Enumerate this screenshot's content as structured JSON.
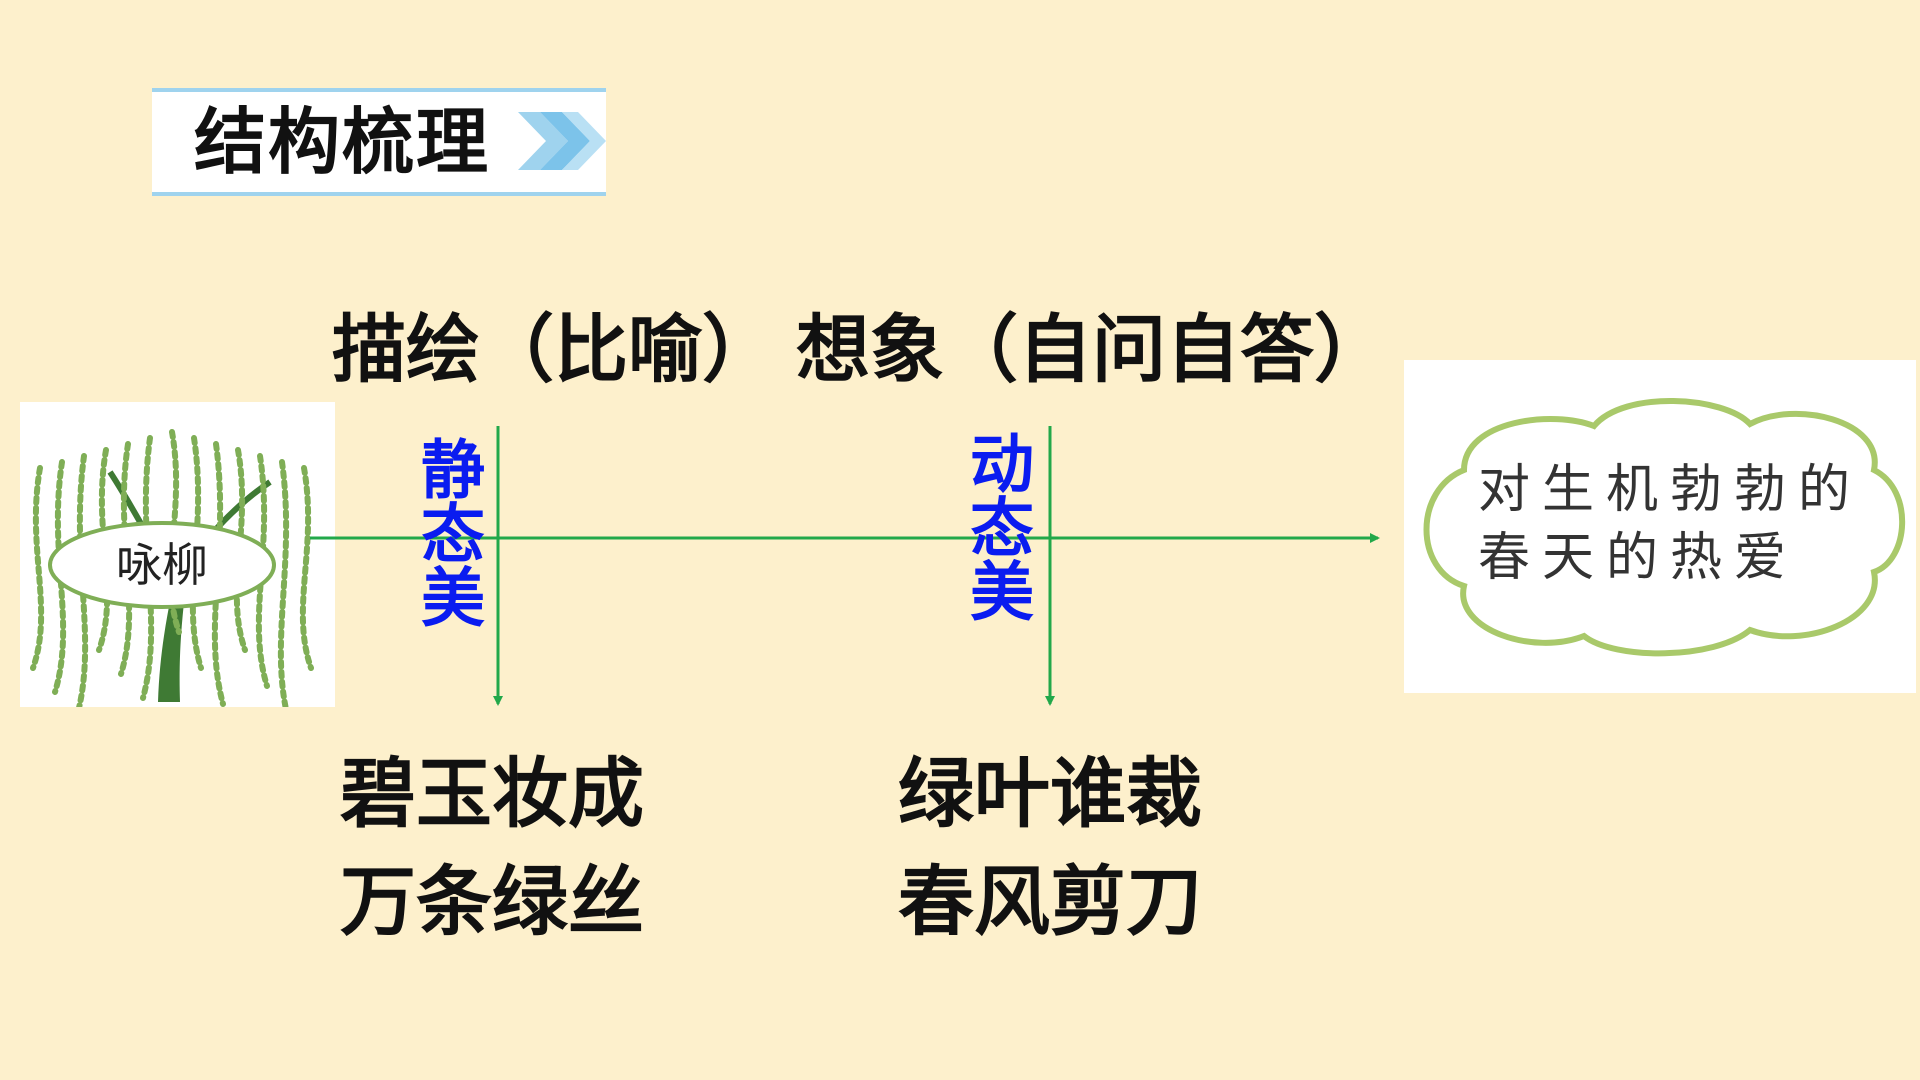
{
  "section_title": "结构梳理",
  "techniques": {
    "left": "描绘（比喻）",
    "right": "想象（自问自答）"
  },
  "start_node": "咏柳",
  "branches": [
    {
      "label": "静态美",
      "lines": [
        "碧玉妆成",
        "万条绿丝"
      ]
    },
    {
      "label": "动态美",
      "lines": [
        "绿叶谁裁",
        "春风剪刀"
      ]
    }
  ],
  "conclusion": [
    "对生机勃勃的",
    "春天的热爱"
  ],
  "colors": {
    "background": "#fdf0cc",
    "arrow": "#22a84a",
    "branch_label": "#0a1cf0",
    "header_border": "#9fd3ee",
    "leaf": "#7fae56",
    "cloud_border": "#a9c96a"
  },
  "icons": [
    "chevron-double-right-icon",
    "willow-tree-icon",
    "cloud-bubble-icon"
  ]
}
